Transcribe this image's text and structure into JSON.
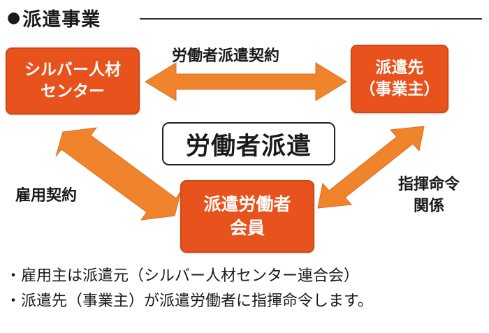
{
  "heading": {
    "bullet": "●",
    "title": "派遣事業"
  },
  "boxes": {
    "center": {
      "line1": "シルバー人材",
      "line2": "センター"
    },
    "destination": {
      "line1": "派遣先",
      "line2": "（事業主）"
    },
    "member": {
      "line1": "派遣労働者",
      "line2": "会員"
    }
  },
  "center_label": "労働者派遣",
  "relations": {
    "dispatch_contract": "労働者派遣契約",
    "employment_contract": "雇用契約",
    "command_line1": "指揮命令",
    "command_line2": "関係"
  },
  "notes": [
    "・雇用主は派遣元（シルバー人材センター連合会）",
    "・派遣先（事業主）が派遣労働者に指揮命令します。"
  ],
  "colors": {
    "box_fill": "#e8521c",
    "arrow_fill": "#f0842c",
    "text": "#1a1a1a"
  }
}
